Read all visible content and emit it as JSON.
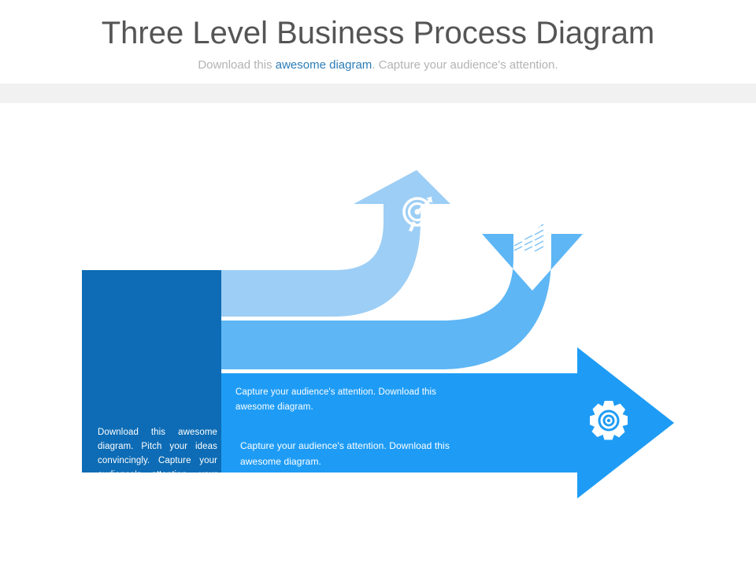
{
  "header": {
    "title": "Three Level Business Process Diagram",
    "subtitle_before": "Download this ",
    "subtitle_link": "awesome diagram",
    "subtitle_after": ". Capture your audience's attention."
  },
  "colors": {
    "title_gray": "#555555",
    "subtitle_gray": "#b3b3b3",
    "link_blue": "#2b7cb8",
    "gray_band": "#f1f1f1",
    "panel_dark_blue": "#0d6cb5",
    "band_light_blue": "#9dcef5",
    "band_mid_blue": "#5eb6f5",
    "band_bright_blue": "#1e9cf5",
    "icon_white": "#ffffff"
  },
  "diagram": {
    "left_panel": {
      "text": "Download this awesome diagram. Pitch your ideas convincingly. Capture your audience's attention. your presentation to life. Download this awesome diagram."
    },
    "levels": [
      {
        "name": "level-one",
        "icon": "target-icon",
        "text": "Capture your audience's attention. Download this awesome diagram."
      },
      {
        "name": "level-two",
        "icon": "bar-chart-growth-icon",
        "text": "Capture your audience's attention. Download this awesome diagram."
      },
      {
        "name": "level-three",
        "icon": "gear-icon",
        "text": "Capture your audience's attention . Download this awesome diagram. Pitch your ideas convincingly. Capture your audience's attention. your presentation to life. Download this awesome diagram."
      }
    ]
  }
}
